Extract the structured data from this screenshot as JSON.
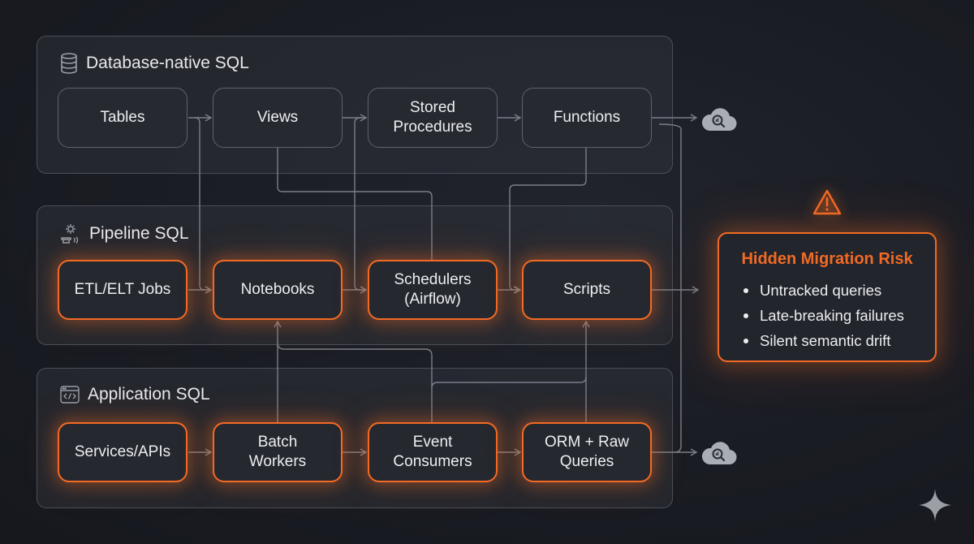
{
  "colors": {
    "accent": "#f26a24",
    "wire": "#7a7e88",
    "panel_border": "#4a4e58",
    "background": "#1a1c23"
  },
  "groups": [
    {
      "title": "Database-native SQL",
      "icon": "database-icon",
      "nodes": [
        {
          "label": "Tables",
          "highlight": false
        },
        {
          "label": "Views",
          "highlight": false
        },
        {
          "label": "Stored\nProcedures",
          "highlight": false
        },
        {
          "label": "Functions",
          "highlight": false
        }
      ]
    },
    {
      "title": "Pipeline SQL",
      "icon": "gear-conveyor-icon",
      "nodes": [
        {
          "label": "ETL/ELT Jobs",
          "highlight": true
        },
        {
          "label": "Notebooks",
          "highlight": true
        },
        {
          "label": "Schedulers\n(Airflow)",
          "highlight": true
        },
        {
          "label": "Scripts",
          "highlight": true
        }
      ]
    },
    {
      "title": "Application SQL",
      "icon": "code-window-icon",
      "nodes": [
        {
          "label": "Services/APIs",
          "highlight": true
        },
        {
          "label": "Batch\nWorkers",
          "highlight": true
        },
        {
          "label": "Event\nConsumers",
          "highlight": true
        },
        {
          "label": "ORM + Raw\nQueries",
          "highlight": true
        }
      ]
    }
  ],
  "destinations": [
    {
      "icon": "cloud-analytics-icon"
    },
    {
      "icon": "cloud-analytics-icon"
    }
  ],
  "risk": {
    "icon": "warning-icon",
    "title": "Hidden Migration Risk",
    "items": [
      "Untracked queries",
      "Late-breaking failures",
      "Silent semantic drift"
    ]
  }
}
